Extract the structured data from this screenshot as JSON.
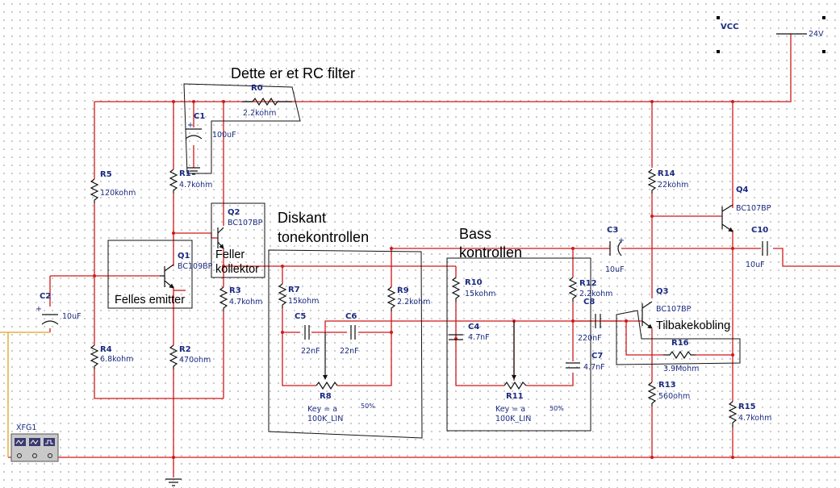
{
  "annotations": {
    "rc_filter": "Dette er et RC filter",
    "diskant_line1": "Diskant",
    "diskant_line2": "tonekontrollen",
    "bass_line1": "Bass",
    "bass_line2": "kontrollen",
    "felles_emitter": "Felles emitter",
    "feller_line1": "Feller",
    "feller_line2": "kollektor",
    "tilbakekobling": "Tilbakekobling"
  },
  "components": {
    "vcc": {
      "ref": "VCC",
      "value": "24V"
    },
    "r0": {
      "ref": "R0",
      "value": "2.2kohm"
    },
    "c1": {
      "ref": "C1",
      "value": "100uF"
    },
    "r1": {
      "ref": "R1",
      "value": "4.7kohm"
    },
    "r2": {
      "ref": "R2",
      "value": "470ohm"
    },
    "r3": {
      "ref": "R3",
      "value": "4.7kohm"
    },
    "r4": {
      "ref": "R4",
      "value": "6.8kohm"
    },
    "r5": {
      "ref": "R5",
      "value": "120kohm"
    },
    "c2": {
      "ref": "C2",
      "value": "10uF"
    },
    "q1": {
      "ref": "Q1",
      "value": "BC109BP"
    },
    "q2": {
      "ref": "Q2",
      "value": "BC107BP"
    },
    "r7": {
      "ref": "R7",
      "value": "15kohm"
    },
    "r9": {
      "ref": "R9",
      "value": "2.2kohm"
    },
    "c5": {
      "ref": "C5",
      "value": "22nF"
    },
    "c6": {
      "ref": "C6",
      "value": "22nF"
    },
    "r8": {
      "ref": "R8",
      "key": "Key = a",
      "value": "100K_LIN",
      "pct": "50%"
    },
    "r10": {
      "ref": "R10",
      "value": "15kohm"
    },
    "c4": {
      "ref": "C4",
      "value": "4.7nF"
    },
    "r11": {
      "ref": "R11",
      "key": "Key = a",
      "value": "100K_LIN",
      "pct": "50%"
    },
    "r12": {
      "ref": "R12",
      "value": "2.2kohm"
    },
    "c7": {
      "ref": "C7",
      "value": "4.7nF"
    },
    "c8": {
      "ref": "C8",
      "value": "220nF"
    },
    "c3": {
      "ref": "C3",
      "value": "10uF"
    },
    "r14": {
      "ref": "R14",
      "value": "22kohm"
    },
    "q3": {
      "ref": "Q3",
      "value": "BC107BP"
    },
    "q4": {
      "ref": "Q4",
      "value": "BC107BP"
    },
    "c10": {
      "ref": "C10",
      "value": "10uF"
    },
    "r13": {
      "ref": "R13",
      "value": "560ohm"
    },
    "r15": {
      "ref": "R15",
      "value": "4.7kohm"
    },
    "r16": {
      "ref": "R16",
      "value": "3.9Mohm"
    },
    "xfg1": {
      "ref": "XFG1"
    }
  }
}
